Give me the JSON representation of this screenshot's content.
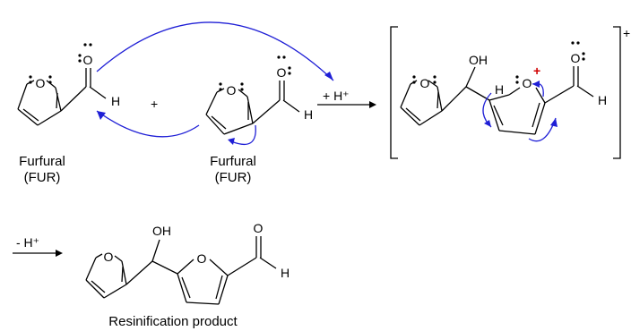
{
  "molecules": {
    "furfural_left": {
      "ring_o": "O",
      "carbonyl_o": "O",
      "h": "H"
    },
    "furfural_right": {
      "ring_o": "O",
      "carbonyl_o": "O",
      "h": "H"
    },
    "intermediate": {
      "ring_o_left": "O",
      "oh": "OH",
      "h_ring": "H",
      "ring_o_right": "O",
      "carbonyl_o": "O",
      "h": "H",
      "charge": "+"
    },
    "product": {
      "oh": "OH",
      "ring_o_left": "O",
      "ring_o_right": "O",
      "carbonyl_o": "O",
      "h": "H"
    }
  },
  "labels": {
    "furfural1_name": "Furfural",
    "furfural1_abbr": "(FUR)",
    "furfural2_name": "Furfural",
    "furfural2_abbr": "(FUR)",
    "product_name": "Resinification product",
    "plus": "+"
  },
  "conditions": {
    "step1": "+ H⁺",
    "step2": "- H⁺",
    "bracket_charge": "+"
  },
  "colors": {
    "curly_arrows": "#1f1fd6",
    "positive_charge": "#d00000"
  }
}
